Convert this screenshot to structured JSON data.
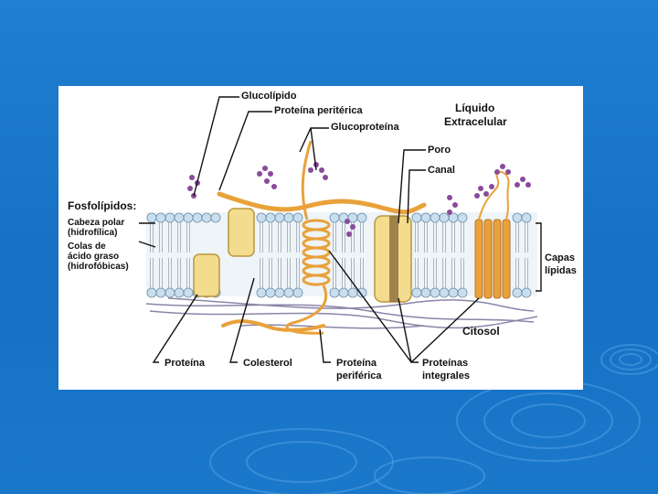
{
  "labels": {
    "glucolipido": "Glucolípido",
    "proteina_periferica_top": "Proteína peritérica",
    "glucoproteina": "Glucoproteína",
    "liquido_1": "Líquido",
    "liquido_2": "Extracelular",
    "poro": "Poro",
    "canal": "Canal",
    "fosfolipidos": "Fosfolípidos:",
    "cabeza_1": "Cabeza polar",
    "cabeza_2": "(hidrofílica)",
    "colas_1": "Colas de",
    "colas_2": "ácido graso",
    "colas_3": "(hidrofóbicas)",
    "capas_1": "Capas",
    "capas_2": "lípidas",
    "citosol": "Citosol",
    "proteina": "Proteína",
    "colesterol": "Colesterol",
    "proteina_perif_bottom_1": "Proteína",
    "proteina_perif_bottom_2": "periférica",
    "proteinas_integrales_1": "Proteínas",
    "proteinas_integrales_2": "integrales"
  },
  "colors": {
    "background": "#1f7fd0",
    "head": "#c9dff0",
    "protein_orange": "#e9a13a",
    "protein_yellow": "#f3dc8e",
    "sugar": "#8a4b9a"
  }
}
